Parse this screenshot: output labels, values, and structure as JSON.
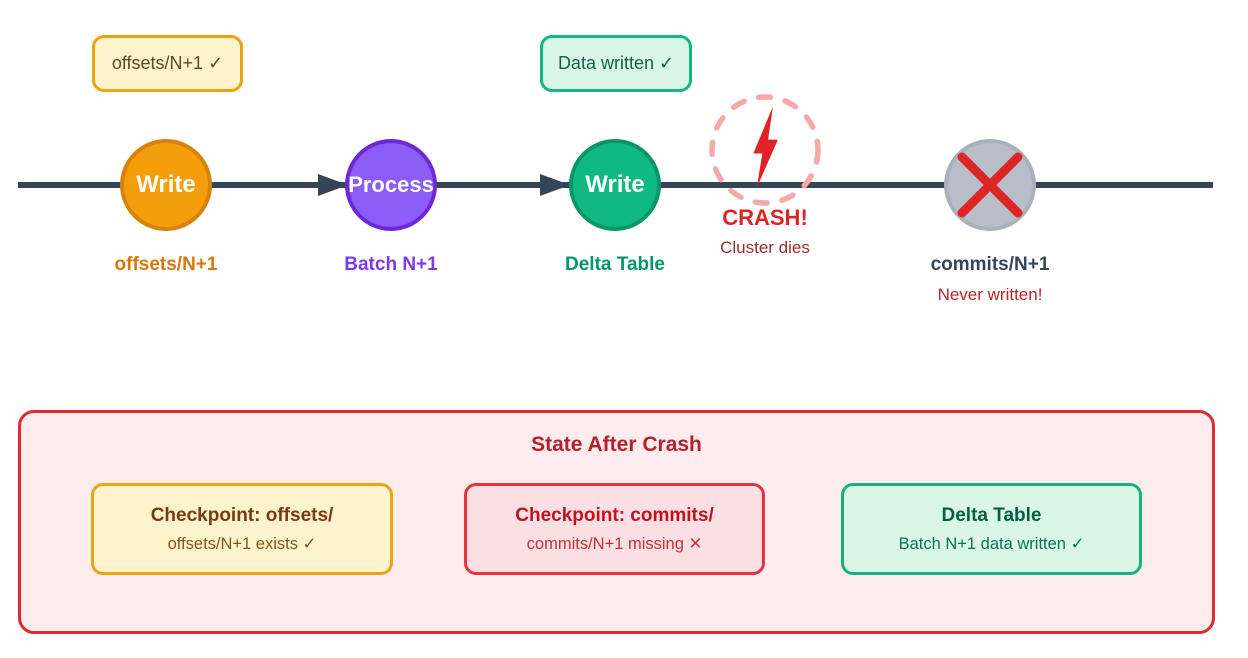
{
  "colors": {
    "timeline": "#364556",
    "node_orange_fill": "#F59E0B",
    "node_orange_border": "#D8820A",
    "node_purple_fill": "#8B5CF6",
    "node_purple_border": "#6D28D9",
    "node_green_fill": "#10B981",
    "node_green_border": "#059669",
    "node_gray_fill": "#B7BEC9",
    "crash_red": "#DC2626",
    "crash_ring_pink": "#F7A8A8",
    "panel_bg": "#FCECED",
    "panel_border": "#DB2B33",
    "yellow_card_bg": "#FDF3CD",
    "yellow_card_border": "#ECA413",
    "red_card_bg": "#FBDFE2",
    "red_card_border": "#E8323E",
    "green_card_bg": "#D9F6E6",
    "green_card_border": "#12B380"
  },
  "badges": {
    "offsets": {
      "label": "offsets/N+1 ✓"
    },
    "data_written": {
      "label": "Data written ✓"
    }
  },
  "timeline": {
    "nodes": [
      {
        "circle_text": "Write",
        "label": "offsets/N+1"
      },
      {
        "circle_text": "Process",
        "label": "Batch N+1"
      },
      {
        "circle_text": "Write",
        "label": "Delta Table"
      },
      {
        "label": "CRASH!",
        "sublabel": "Cluster dies"
      },
      {
        "label": "commits/N+1",
        "sublabel": "Never written!"
      }
    ]
  },
  "panel": {
    "title": "State After Crash",
    "cards": [
      {
        "title": "Checkpoint: offsets/",
        "subtitle": "offsets/N+1 exists ✓"
      },
      {
        "title": "Checkpoint: commits/",
        "subtitle": "commits/N+1 missing ✕"
      },
      {
        "title": "Delta Table",
        "subtitle": "Batch N+1 data written ✓"
      }
    ]
  }
}
